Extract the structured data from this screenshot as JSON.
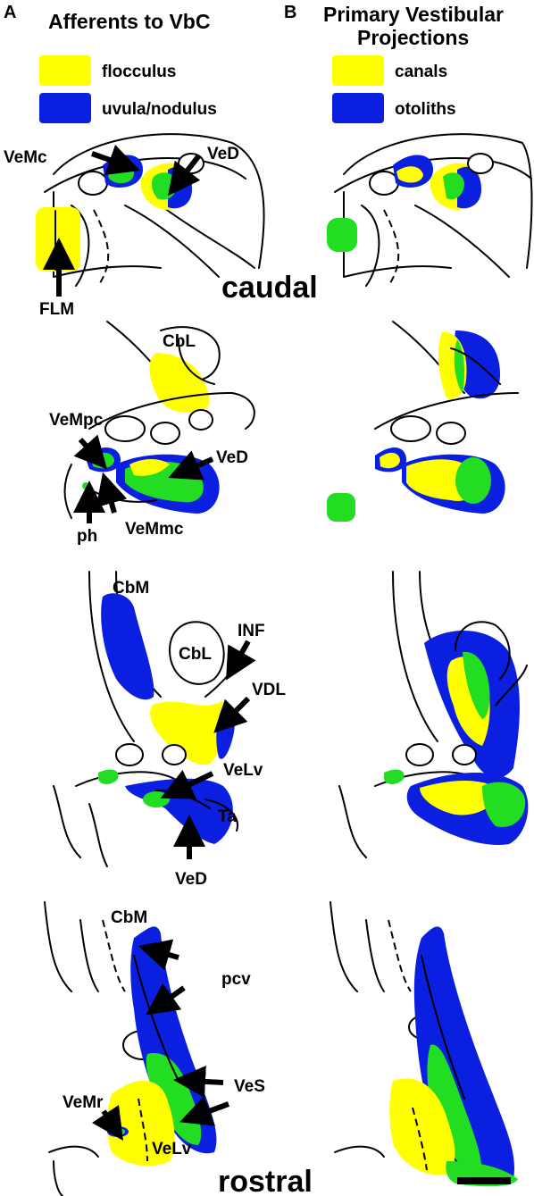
{
  "panels": {
    "a": {
      "letter": "A",
      "title": "Afferents to VbC"
    },
    "b": {
      "letter": "B",
      "title_line1": "Primary Vestibular",
      "title_line2": "Projections"
    }
  },
  "legend_a": [
    {
      "label": "flocculus",
      "color": "#ffff00"
    },
    {
      "label": "uvula/nodulus",
      "color": "#0a1fe0"
    }
  ],
  "legend_b": [
    {
      "label": "canals",
      "color": "#ffff00"
    },
    {
      "label": "otoliths",
      "color": "#0a1fe0"
    }
  ],
  "overlap_color": "#22dd22",
  "levels": {
    "caudal": "caudal",
    "rostral": "rostral"
  },
  "section1_labels": {
    "vemc": "VeMc",
    "ved": "VeD",
    "flm": "FLM"
  },
  "section2_labels": {
    "cbl": "CbL",
    "vempc": "VeMpc",
    "ved": "VeD",
    "ph": "ph",
    "vemmc": "VeMmc"
  },
  "section3_labels": {
    "cbm": "CbM",
    "cbl": "CbL",
    "inf": "INF",
    "vdl": "VDL",
    "velv": "VeLv",
    "ta": "Ta",
    "ved": "VeD"
  },
  "section4_labels": {
    "cbm": "CbM",
    "pcv": "pcv",
    "vemr": "VeMr",
    "ves": "VeS",
    "velv": "VeLv"
  }
}
